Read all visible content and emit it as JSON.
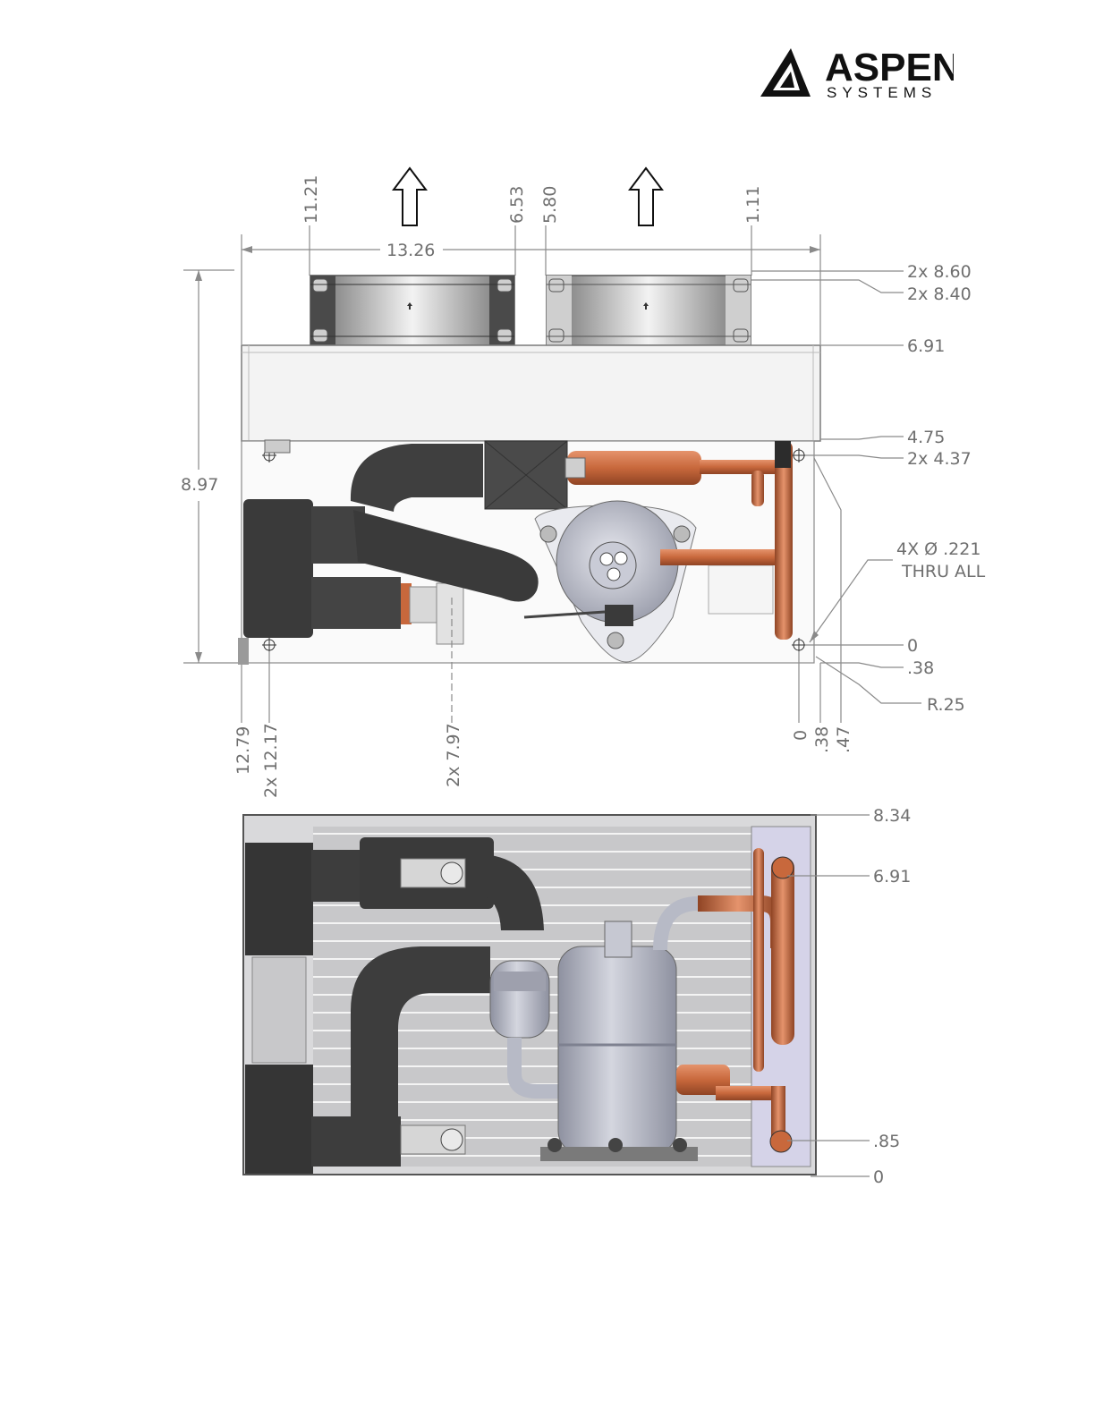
{
  "logo": {
    "brand": "ASPEN",
    "sub": "SYSTEMS",
    "icon": "aspen-triangle-icon"
  },
  "top_view": {
    "dims_top": [
      "11.21",
      "6.53",
      "5.80",
      "1.11"
    ],
    "width": "13.26",
    "height": "8.97",
    "dims_right": [
      "2x 8.60",
      "2x 8.40",
      "6.91",
      "4.75",
      "2x 4.37",
      "0",
      ".38",
      "R.25"
    ],
    "hole_note_line1": "4X Ø .221",
    "hole_note_line2": "THRU ALL",
    "dims_bottom": [
      "12.79",
      "2x 12.17",
      "2x 7.97",
      "0",
      ".38",
      ".47"
    ],
    "airflow_icon": "up-arrow-icon"
  },
  "bottom_view": {
    "dims_right": [
      "8.34",
      "6.91",
      ".85",
      "0"
    ]
  },
  "colors": {
    "copper": "#c8683c",
    "hose": "#3a3a3a",
    "compressor": "#b7bac6",
    "frame": "#8a8a8a"
  }
}
